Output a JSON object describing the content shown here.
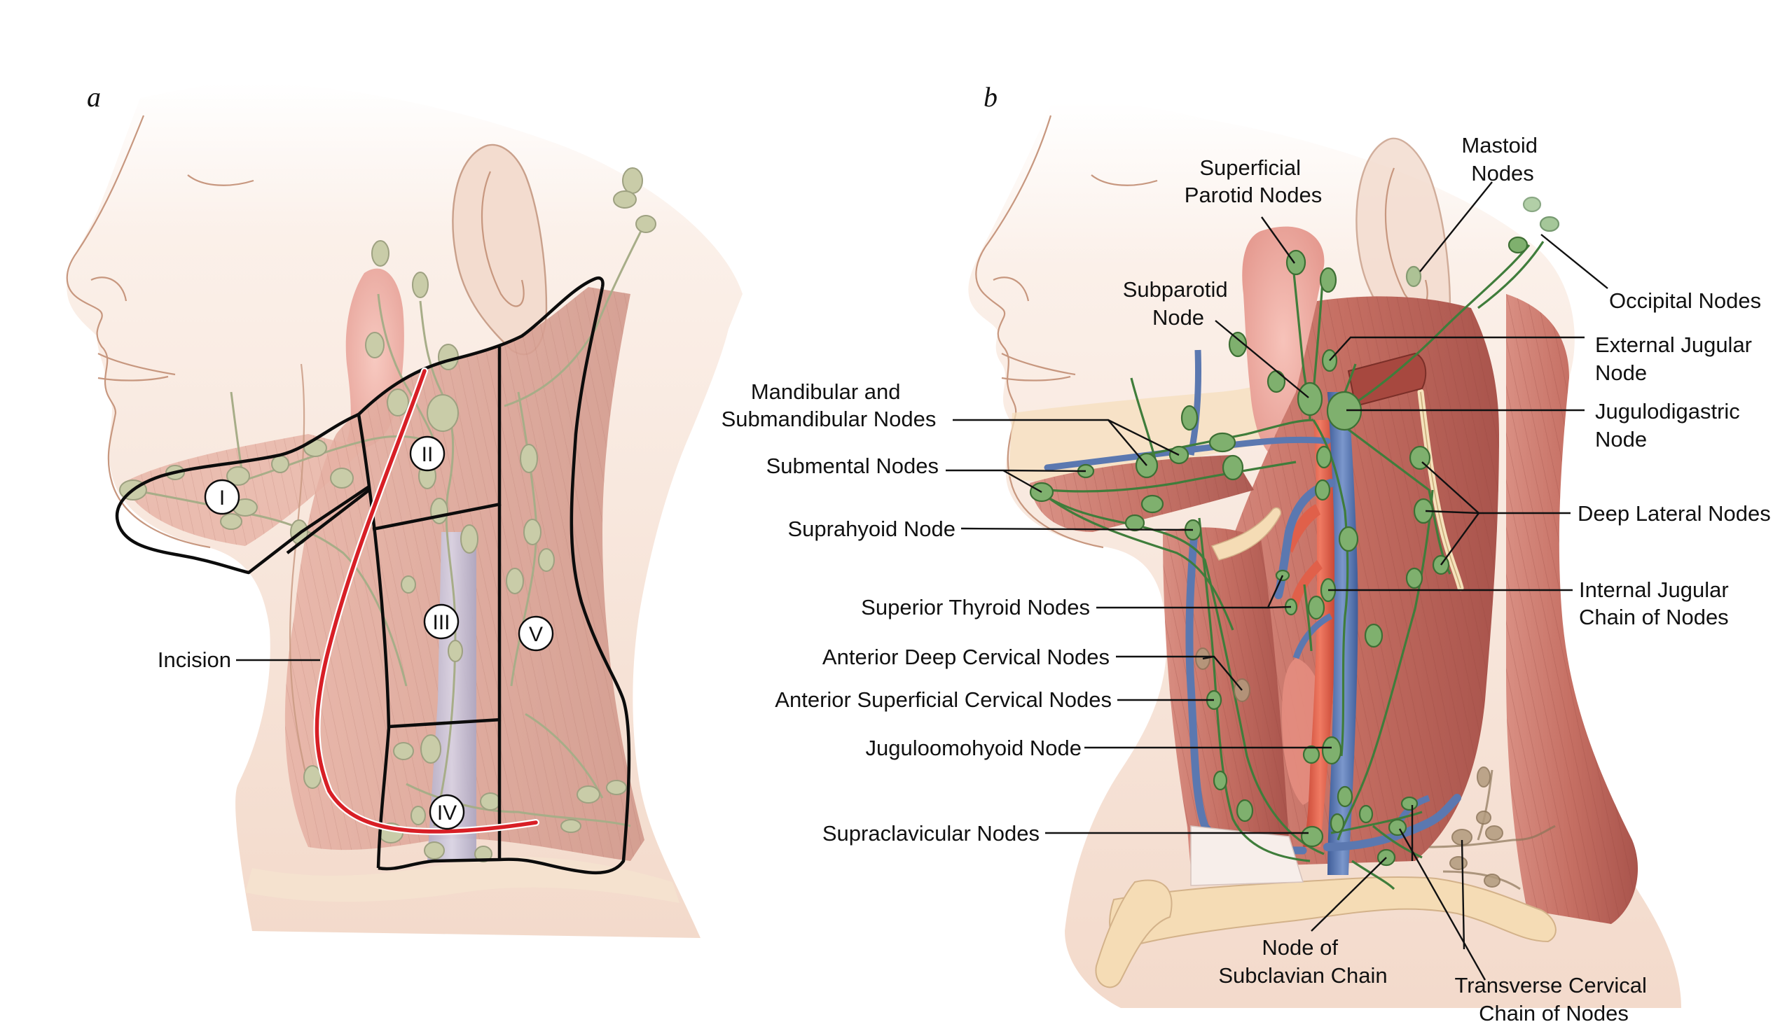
{
  "figure": {
    "panels": [
      {
        "id": "a",
        "letter": "a"
      },
      {
        "id": "b",
        "letter": "b"
      }
    ],
    "panel_a": {
      "levels": [
        "I",
        "II",
        "III",
        "IV",
        "V"
      ],
      "incision_label": "Incision"
    },
    "panel_b": {
      "labels": {
        "superficial_parotid": [
          "Superficial",
          "Parotid Nodes"
        ],
        "mastoid": [
          "Mastoid",
          "Nodes"
        ],
        "occipital": [
          "Occipital Nodes"
        ],
        "subparotid": [
          "Subparotid",
          "Node"
        ],
        "external_jugular": [
          "External Jugular",
          "Node"
        ],
        "jugulodigastric": [
          "Jugulodigastric",
          "Node"
        ],
        "mandibular_submandibular": [
          "Mandibular and",
          "Submandibular Nodes"
        ],
        "submental": [
          "Submental Nodes"
        ],
        "deep_lateral": [
          "Deep Lateral Nodes"
        ],
        "suprahyoid": [
          "Suprahyoid Node"
        ],
        "internal_jugular": [
          "Internal Jugular",
          "Chain of Nodes"
        ],
        "superior_thyroid": [
          "Superior Thyroid Nodes"
        ],
        "anterior_deep_cervical": [
          "Anterior Deep Cervical Nodes"
        ],
        "anterior_superficial_cervical": [
          "Anterior Superficial Cervical Nodes"
        ],
        "juguloomohyoid": [
          "Juguloomohyoid Node"
        ],
        "supraclavicular": [
          "Supraclavicular Nodes"
        ],
        "subclavian": [
          "Node of",
          "Subclavian Chain"
        ],
        "transverse_cervical": [
          "Transverse Cervical",
          "Chain of Nodes"
        ]
      }
    },
    "colors": {
      "skin": "#f6e3d6",
      "muscle": "#c9766a",
      "vein": "#5b78b0",
      "artery": "#d9553f",
      "lymph_node_b": "#7fb06e",
      "lymph_node_a": "#c9cca8",
      "incision": "#d81f26",
      "bone": "#f3dcb7",
      "parotid": "#eea79e"
    }
  }
}
